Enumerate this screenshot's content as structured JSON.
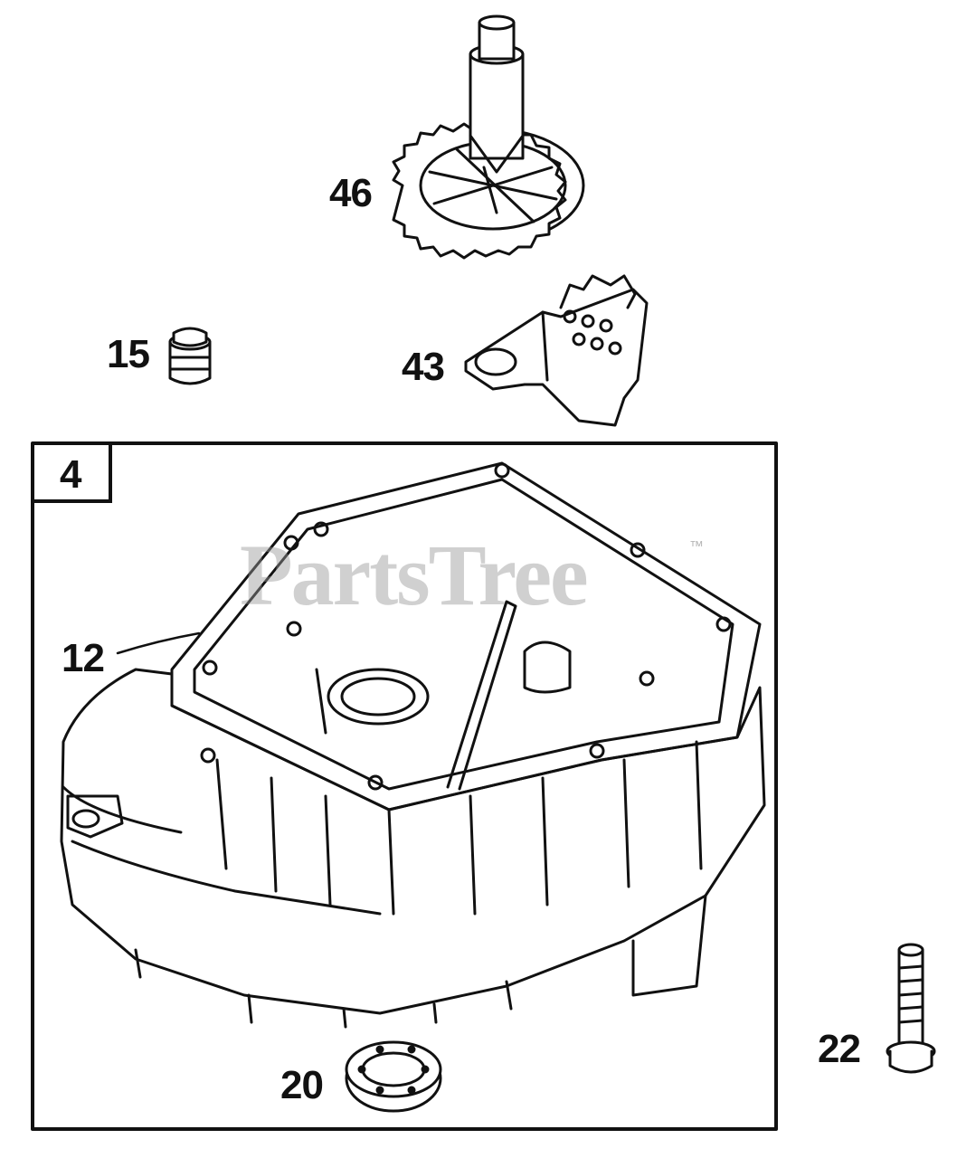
{
  "diagram": {
    "box_label": "4",
    "watermark": "PartsTree",
    "watermark_tm": "™",
    "callouts": [
      {
        "id": "46",
        "text": "46"
      },
      {
        "id": "15",
        "text": "15"
      },
      {
        "id": "43",
        "text": "43"
      },
      {
        "id": "12",
        "text": "12"
      },
      {
        "id": "22",
        "text": "22"
      },
      {
        "id": "20",
        "text": "20"
      }
    ],
    "colors": {
      "line": "#111111",
      "background": "#ffffff",
      "watermark": "#969696"
    }
  }
}
